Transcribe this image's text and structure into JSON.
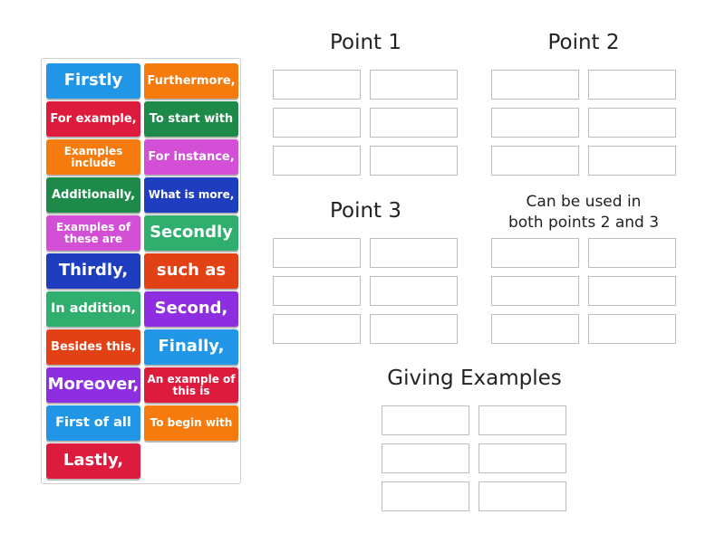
{
  "tray": {
    "cards": [
      {
        "label": "Firstly",
        "color": "#2196e6"
      },
      {
        "label": "Furthermore,",
        "color": "#f57b0e"
      },
      {
        "label": "For example,",
        "color": "#dd1c3d"
      },
      {
        "label": "To start with",
        "color": "#1e8a4a"
      },
      {
        "label": "Examples include",
        "color": "#f57b0e"
      },
      {
        "label": "For instance,",
        "color": "#d24fd6"
      },
      {
        "label": "Additionally,",
        "color": "#1e8a4a"
      },
      {
        "label": "What is more,",
        "color": "#1f3ebf"
      },
      {
        "label": "Examples of these are",
        "color": "#d24fd6"
      },
      {
        "label": "Secondly",
        "color": "#2fae6e"
      },
      {
        "label": "Thirdly,",
        "color": "#1f3ebf"
      },
      {
        "label": "such as",
        "color": "#e24115"
      },
      {
        "label": "In addition,",
        "color": "#2fae6e"
      },
      {
        "label": "Second,",
        "color": "#8d2fe0"
      },
      {
        "label": "Besides this,",
        "color": "#e24115"
      },
      {
        "label": "Finally,",
        "color": "#2196e6"
      },
      {
        "label": "Moreover,",
        "color": "#8d2fe0"
      },
      {
        "label": "An example of this is",
        "color": "#dd1c3d"
      },
      {
        "label": "First of all",
        "color": "#2196e6"
      },
      {
        "label": "To begin with",
        "color": "#f57b0e"
      },
      {
        "label": "Lastly,",
        "color": "#dd1c3d"
      }
    ]
  },
  "groups": {
    "point1": {
      "title": "Point 1"
    },
    "point2": {
      "title": "Point 2"
    },
    "point3": {
      "title": "Point 3"
    },
    "both": {
      "title_line1": "Can be used in",
      "title_line2": "both points 2 and 3"
    },
    "examples": {
      "title": "Giving Examples"
    }
  }
}
